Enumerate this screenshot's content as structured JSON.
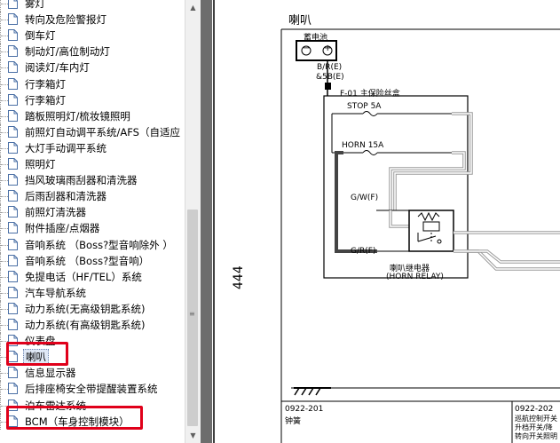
{
  "navigation": {
    "items": [
      {
        "label": "雾灯"
      },
      {
        "label": "转向及危险警报灯"
      },
      {
        "label": "倒车灯"
      },
      {
        "label": "制动灯/高位制动灯"
      },
      {
        "label": "阅读灯/车内灯"
      },
      {
        "label": "行李箱灯"
      },
      {
        "label": "行李箱灯"
      },
      {
        "label": "踏板照明灯/梳妆镜照明"
      },
      {
        "label": "前照灯自动调平系统/AFS（自适应"
      },
      {
        "label": "大灯手动调平系统"
      },
      {
        "label": "照明灯"
      },
      {
        "label": "挡风玻璃雨刮器和清洗器"
      },
      {
        "label": "后雨刮器和清洗器"
      },
      {
        "label": "前照灯清洗器"
      },
      {
        "label": "附件插座/点烟器"
      },
      {
        "label": "音响系统 （Boss?型音响除外 ）"
      },
      {
        "label": "音响系统 （Boss?型音响）"
      },
      {
        "label": "免提电话（HF/TEL）系统"
      },
      {
        "label": "汽车导航系统"
      },
      {
        "label": "动力系统(无高级钥匙系统)"
      },
      {
        "label": "动力系统(有高级钥匙系统)"
      },
      {
        "label": "仪表盘"
      },
      {
        "label": "喇叭",
        "selected": true
      },
      {
        "label": "信息显示器"
      },
      {
        "label": "后排座椅安全带提醒装置系统"
      },
      {
        "label": "泊车雷达系统"
      },
      {
        "label": "BCM（车身控制模块）"
      }
    ],
    "selected_index": 22
  },
  "diagram": {
    "title": "喇叭",
    "page_number": "444",
    "battery_label": "蓄电池",
    "battery_minus": "−",
    "battery_plus": "+",
    "wire_battery": "B/R(E)",
    "wire_battery_2": "&5B(E)",
    "fuse_box_label": "F-01 主保险丝盒",
    "fuse_stop": "STOP 5A",
    "fuse_horn": "HORN 15A",
    "wire_gw": "G/W(F)",
    "wire_gr": "G/R(F)",
    "relay_label_cn": "喇叭继电器",
    "relay_label_en": "(HORN RELAY)",
    "code_left": "0922-201",
    "code_left_desc": "钟簧",
    "code_right": "0922-202",
    "code_right_desc_1": "巡航控制开关",
    "code_right_desc_2": "升档开关/降",
    "code_right_desc_3": "转向开关照明"
  },
  "colors": {
    "highlight_red": "#e0001a",
    "viewer_gray": "#6d6d6d",
    "selection_bg": "#dfe8f6"
  },
  "icons": {
    "tree_item": "document-icon",
    "scroll_up": "up-arrow-icon",
    "scroll_down": "down-arrow-icon"
  }
}
